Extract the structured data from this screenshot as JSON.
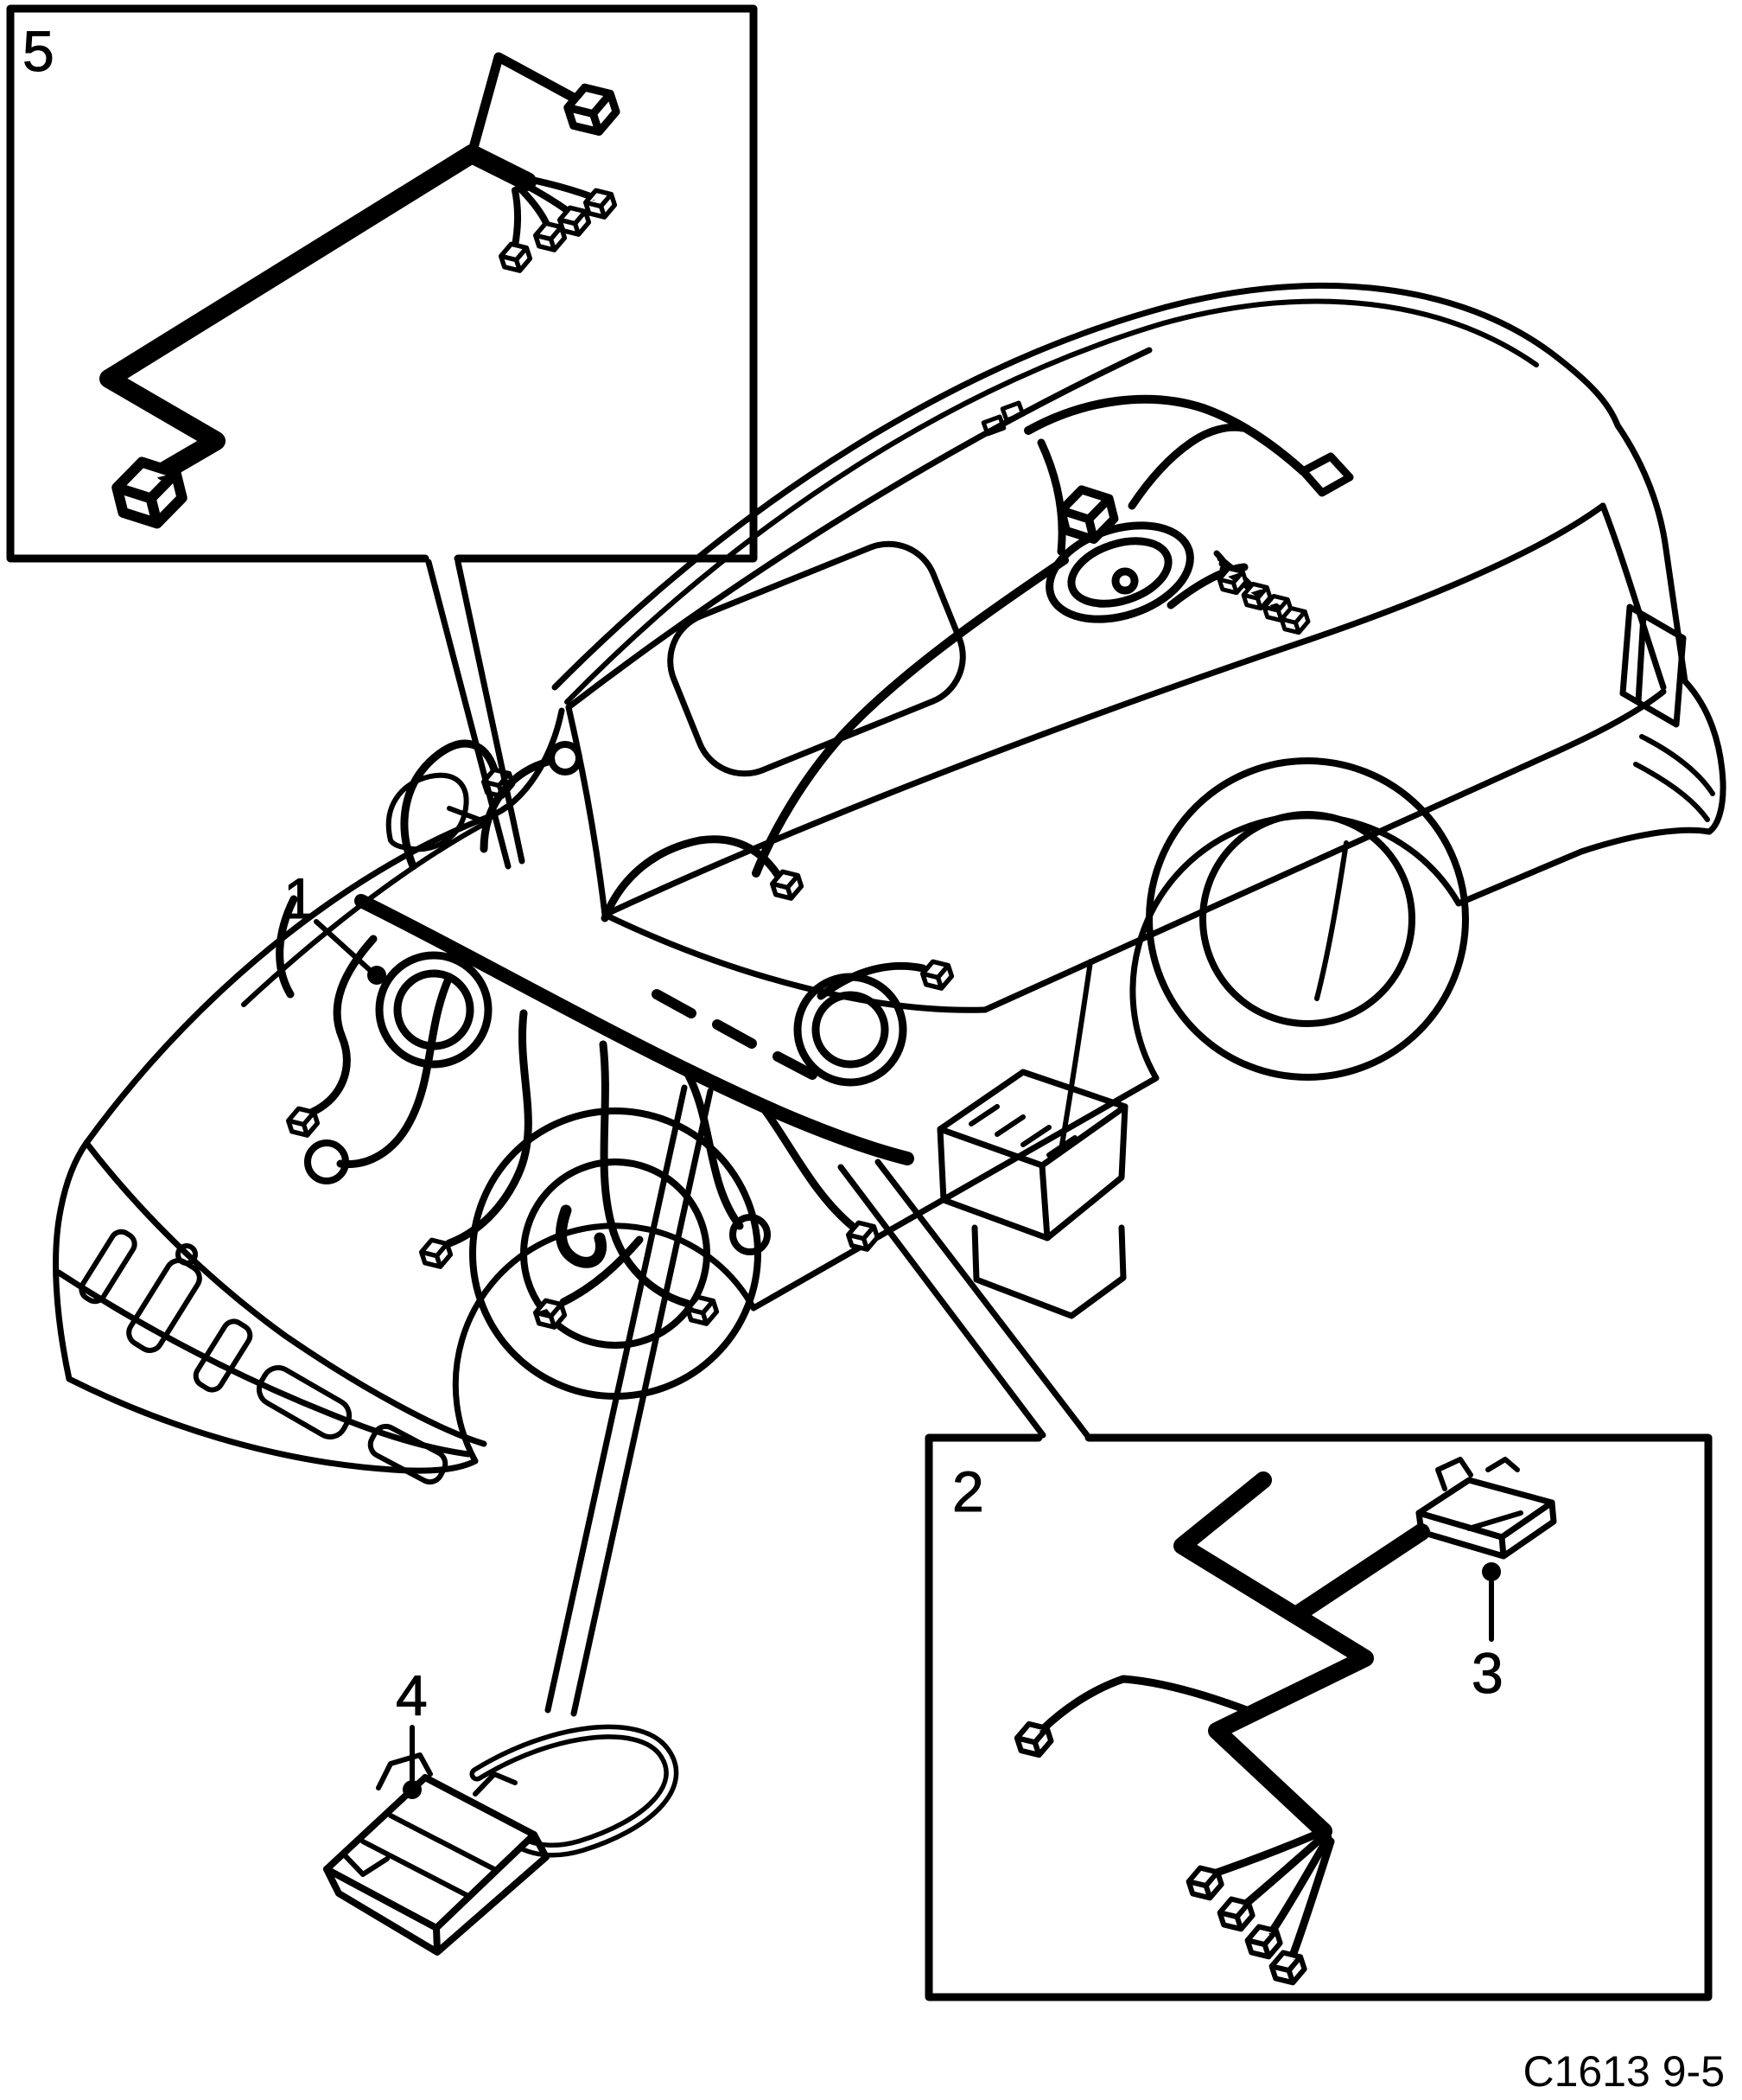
{
  "diagram": {
    "type": "vehicle-wiring-harness-parts-diagram",
    "caption": "C1613 9-5",
    "colors": {
      "background": "#ffffff",
      "line": "#000000"
    },
    "insets": [
      {
        "label": "5",
        "position": "top-left"
      },
      {
        "label": "2",
        "position": "bottom-right"
      }
    ],
    "callouts": {
      "c1": "1",
      "c2": "2",
      "c3": "3",
      "c4": "4",
      "c5": "5"
    }
  }
}
